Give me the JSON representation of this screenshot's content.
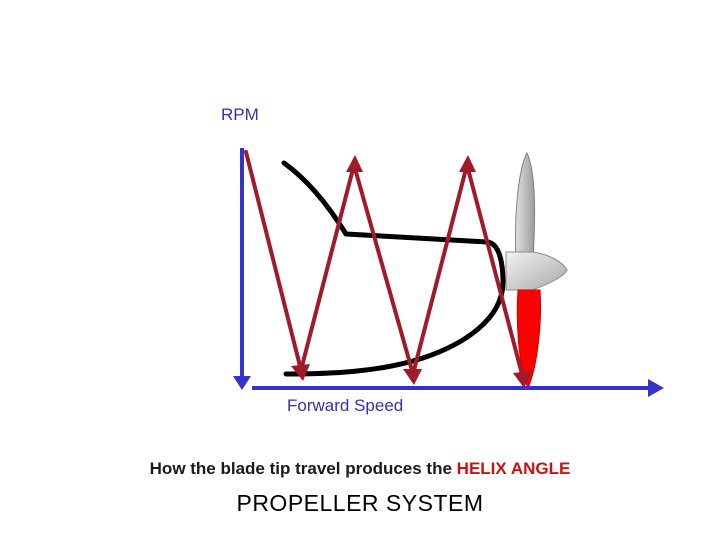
{
  "labels": {
    "y_axis": "RPM",
    "x_axis": "Forward Speed"
  },
  "caption": {
    "text": "How the blade tip travel produces the",
    "highlight": "HELIX ANGLE"
  },
  "title": "PROPELLER SYSTEM",
  "colors": {
    "axis": "#3333cc",
    "helix_path": "#a01a2a",
    "blade_outline": "#000000",
    "blade_upper": "#c8c8c8",
    "blade_lower": "#ff0000",
    "highlight_text": "#cc1111"
  }
}
